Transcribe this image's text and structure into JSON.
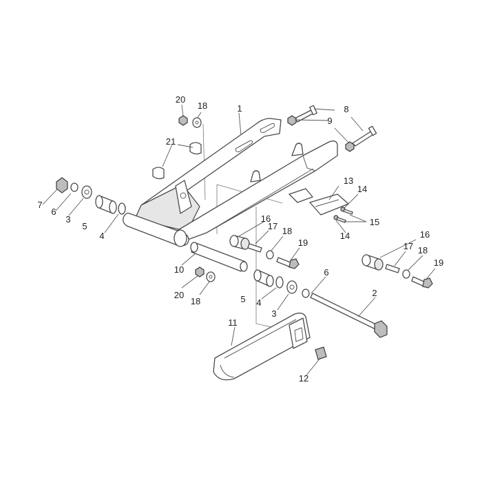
{
  "callouts": [
    {
      "id": "c1",
      "label": "1"
    },
    {
      "id": "c2",
      "label": "2"
    },
    {
      "id": "c3a",
      "label": "3"
    },
    {
      "id": "c3b",
      "label": "3"
    },
    {
      "id": "c4a",
      "label": "4"
    },
    {
      "id": "c4b",
      "label": "4"
    },
    {
      "id": "c5a",
      "label": "5"
    },
    {
      "id": "c5b",
      "label": "5"
    },
    {
      "id": "c6a",
      "label": "6"
    },
    {
      "id": "c6b",
      "label": "6"
    },
    {
      "id": "c7",
      "label": "7"
    },
    {
      "id": "c8",
      "label": "8"
    },
    {
      "id": "c9",
      "label": "9"
    },
    {
      "id": "c10",
      "label": "10"
    },
    {
      "id": "c11",
      "label": "11"
    },
    {
      "id": "c12",
      "label": "12"
    },
    {
      "id": "c13",
      "label": "13"
    },
    {
      "id": "c14a",
      "label": "14"
    },
    {
      "id": "c14b",
      "label": "14"
    },
    {
      "id": "c15",
      "label": "15"
    },
    {
      "id": "c16a",
      "label": "16"
    },
    {
      "id": "c16b",
      "label": "16"
    },
    {
      "id": "c17a",
      "label": "17"
    },
    {
      "id": "c17b",
      "label": "17"
    },
    {
      "id": "c18a",
      "label": "18"
    },
    {
      "id": "c18b",
      "label": "18"
    },
    {
      "id": "c18c",
      "label": "18"
    },
    {
      "id": "c18d",
      "label": "18"
    },
    {
      "id": "c19a",
      "label": "19"
    },
    {
      "id": "c19b",
      "label": "19"
    },
    {
      "id": "c20a",
      "label": "20"
    },
    {
      "id": "c20b",
      "label": "20"
    },
    {
      "id": "c21",
      "label": "21"
    }
  ]
}
